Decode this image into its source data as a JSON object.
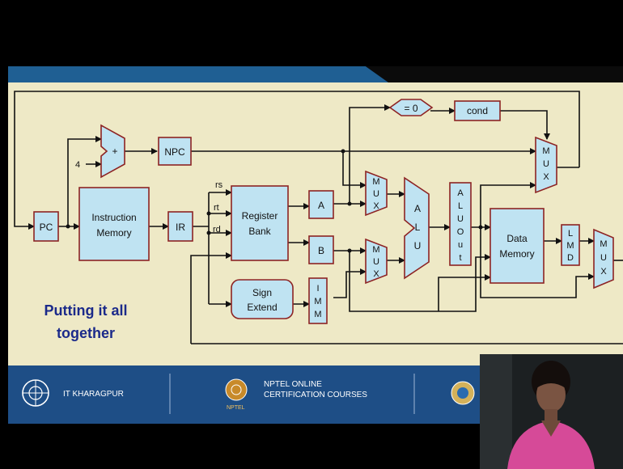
{
  "slide": {
    "title_line1": "Putting it all",
    "title_line2": "together"
  },
  "blocks": {
    "pc": "PC",
    "instruction_memory_line1": "Instruction",
    "instruction_memory_line2": "Memory",
    "ir": "IR",
    "npc": "NPC",
    "adder": "+",
    "const_four": "4",
    "register_bank_line1": "Register",
    "register_bank_line2": "Bank",
    "rs": "rs",
    "rt": "rt",
    "rd": "rd",
    "a": "A",
    "b": "B",
    "sign_extend_line1": "Sign",
    "sign_extend_line2": "Extend",
    "imm": [
      "I",
      "M",
      "M"
    ],
    "mux1": [
      "M",
      "U",
      "X"
    ],
    "mux2": [
      "M",
      "U",
      "X"
    ],
    "mux3": [
      "M",
      "U",
      "X"
    ],
    "mux4": [
      "M",
      "U",
      "X"
    ],
    "alu": [
      "A",
      "L",
      "U"
    ],
    "aluout": [
      "A",
      "L",
      "U",
      "O",
      "u",
      "t"
    ],
    "data_memory_line1": "Data",
    "data_memory_line2": "Memory",
    "lmd": [
      "L",
      "M",
      "D"
    ],
    "zero_test": "= 0",
    "cond": "cond"
  },
  "footer": {
    "institute": "IT KHARAGPUR",
    "nptel_line1": "NPTEL ONLINE",
    "nptel_line2": "CERTIFICATION COURSES",
    "nptel_small": "NPTEL"
  },
  "colors": {
    "block_fill": "#bfe3f2",
    "block_border": "#8d2323",
    "slide_bg": "#eee9c6",
    "footer_bg": "#1e4e86",
    "title": "#1b2a8a"
  }
}
